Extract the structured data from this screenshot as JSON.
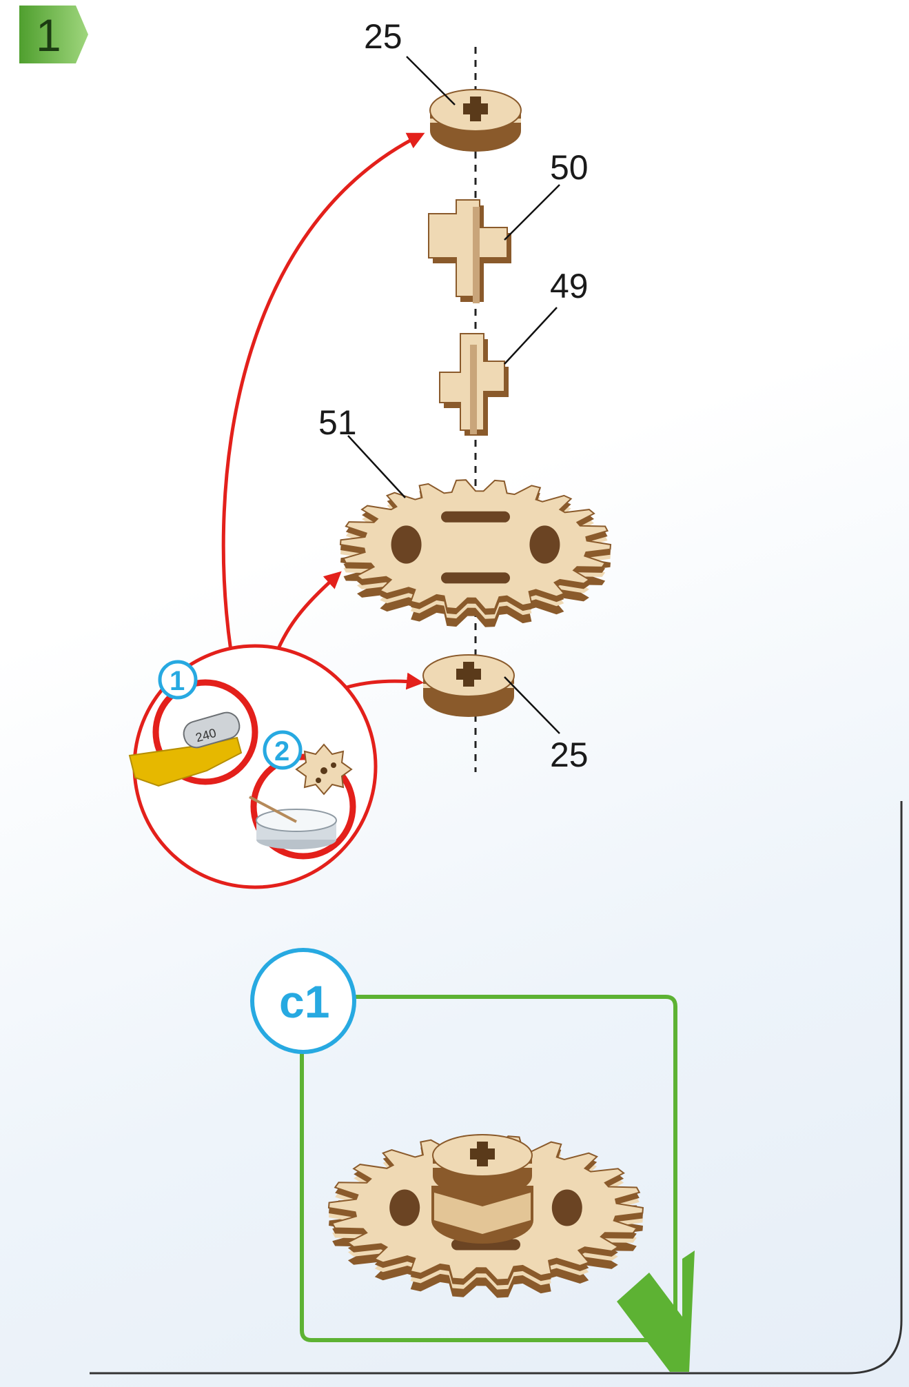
{
  "step": {
    "number": "1"
  },
  "parts": {
    "top_washer": "25",
    "cross_a": "50",
    "cross_b": "49",
    "gear": "51",
    "bottom_washer": "25"
  },
  "tools": {
    "sanding_badge": "1",
    "sandpaper_grit": "240",
    "glue_badge": "2"
  },
  "check": {
    "label": "c1"
  },
  "colors": {
    "wood": "#efd9b4",
    "wood_edge": "#8a5a2b",
    "arrow_red": "#e3201b",
    "check_green": "#5db233",
    "badge_blue": "#27a9e1",
    "step_green": "#6dbb45"
  },
  "icons": [
    "sandpaper-icon",
    "glue-pot-icon",
    "checkmark-icon"
  ]
}
